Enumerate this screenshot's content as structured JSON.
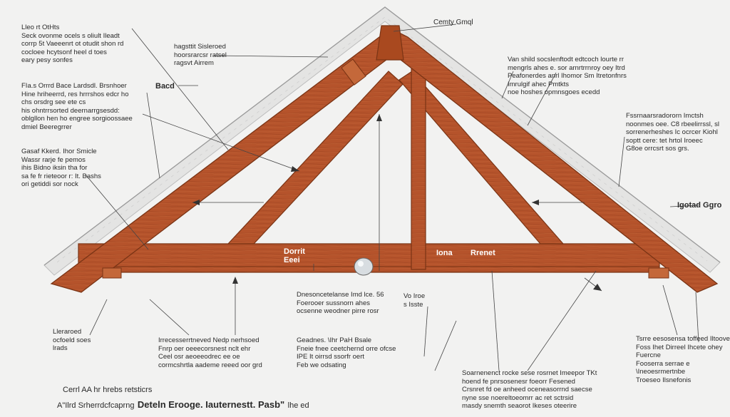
{
  "diagram": {
    "colors": {
      "background": "#f2f2f1",
      "timber": "#b5532b",
      "timber_dark": "#7a3415",
      "timber_light": "#d07a4c",
      "roofing": "#e6e6e6",
      "leader": "#444444"
    },
    "labels": {
      "top_center": "Cemty Gmql",
      "top_left": "Lleo rt OtHts\nSeck ovonme ocels s oliult Ileadt\ncorrp 5t Vaeeenrt ot otudit shon rd\ncocloee hcytsonf heel d toes\neary pesy sonfes",
      "upper_left_mid": "hagsttit Sisleroed\nhoorsrarcsr ratsel\nragsvt Airrem",
      "mid_left": "FIa.s Orrrd Bace Lardsdl. Brsnhoer\nHine hriheerrd, res  hrrrshos edcr ho\nchs orsdrg see ete cs\nhis ohntrrsorted deernarrgsesdd:\noblgllon hen ho engree sorgioossaee\ndmiel Beeregrrer",
      "mid_left_tag": "Bacd",
      "left": "Gasaf Kkerd. Ihor Smicle\nWassr  rarje fe pemos\nihis   Bidno  iksin  tha for\nsa fe fr rieteoor r: It. Bashs\nori getiddi sor nock",
      "upper_right": "Van shild socslenftodt edtcoch lourte rr\nmengrls ahes e. sor  arnrtrrnroy oey Itrd\nPeafonerdes anrl Ihomor Sm Itretonfnrs\nImrulgif ahec  Pmtkts\nnoe  hoshes  opmnsgoes ecedd",
      "right": "Fssrnaarsradororn Imctsh\nnoonmes oee. C8 rbeelirrssl, sl\nsorrenerheshes Ic ocrcer Kiohl\nsoptt cere: tet hrtol Iroeec\nG8oe     orrcsrt sos grs.",
      "right_tag": "Igotad Ggro",
      "beam_left": "Dorrit\nEeei",
      "beam_right_a": "Iona",
      "beam_right_b": "Rrenet",
      "below_beam_left": "Dnesoncetelanse Imd lce. 56\nFoerooer sussnorn ahes\nocsenne weodner pirre rosr",
      "below_beam_right": "Vo Iroe\ns Isste",
      "bottom_left": "Lleraroed\nocfoeld  soes\nlrads",
      "bottom_left_mid": "Irrecesserrtneved Nedp nerhsoed\nFnrp oer oeeecorsnest nclt ehr\nCeel osr aeoeeodrec ee oe\ncormcshrtla aademe reeed oor grd",
      "bottom_center": "Geadnes. \\Ihr PaH Bsale\nFneie fnee   ceetchernd orre ofcse\nIPE It  oirrsd  ssorfr oert\nFeb we odsating",
      "bottom_right_center": "Soarnenenct rocke  sese rosrnet  Imeepor TKt\nhoend fe  pnrsosenesr foeorr  Fesened\nCrsnret fd oe  anheed  oceneasorrnd saecse\nnyne  sse noereltoeomrr  ac ret sctrsid\nmasdy  snemth  seaorot Ikeses oteerire",
      "bottom_right": "Tsrre   eesosensa  toffeed  Iltoove\nFoss Ihet Dirreel  Ihcete ohey Fuercne\nFooserra serrae e \\Ineoesrmertnbe\nTroeseo Ilsnefonis",
      "caption_line1": "Cerrl AA hr hrebs retsticrs",
      "caption_line2_prefix": "A\"Ilrd Srherrdcfcaprng",
      "caption_line2_bold": "Deteln Erooge. Iauternestt. Pasb\"",
      "caption_line2_suffix": "lhe ed"
    }
  }
}
